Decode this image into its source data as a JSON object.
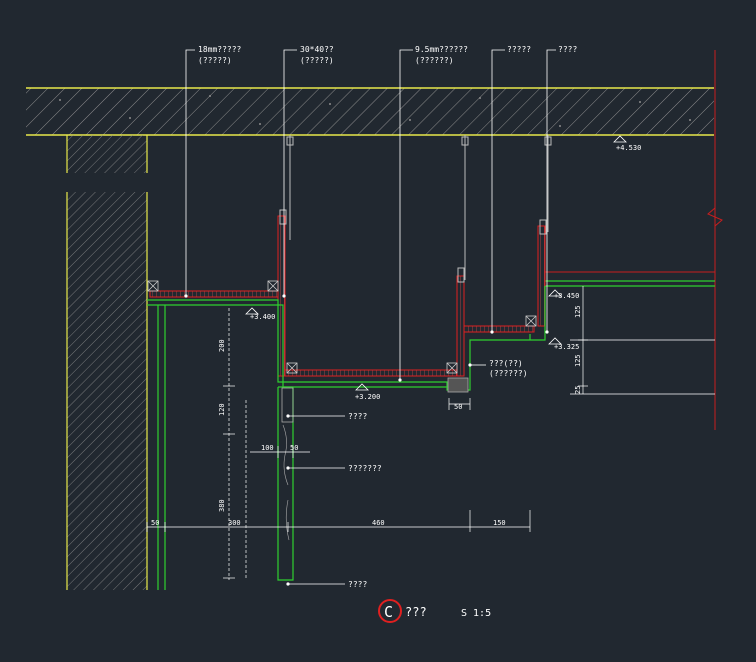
{
  "drawing": {
    "background": "#212830",
    "colors": {
      "structure": "#e8e84a",
      "hatch": "#9a9a9a",
      "board_red": "#e02020",
      "board_green": "#2fd02f",
      "dim": "#ffffff",
      "grid_red": "#c81e1e"
    },
    "callouts_top": [
      {
        "line1": "18mm?????",
        "line2": "(?????)"
      },
      {
        "line1": "30*40??",
        "line2": "(?????)"
      },
      {
        "line1": "9.5mm??????",
        "line2": "(??????)"
      },
      {
        "line1": "?????",
        "line2": ""
      },
      {
        "line1": "????",
        "line2": ""
      }
    ],
    "callouts_side": [
      {
        "line1": "???(??)",
        "line2": "(??????)"
      },
      {
        "line1": "????",
        "line2": ""
      },
      {
        "line1": "???????",
        "line2": ""
      },
      {
        "line1": "????",
        "line2": ""
      }
    ],
    "elevations": [
      "+4.530",
      "+3.400",
      "+3.200",
      "+3.450",
      "+3.325"
    ],
    "dims_vertical": [
      "200",
      "120",
      "380",
      "125",
      "125",
      "25"
    ],
    "dims_horizontal": [
      "50",
      "300",
      "460",
      "150",
      "100",
      "50",
      "50"
    ],
    "title": {
      "letter": "C",
      "text": "???",
      "scale": "S 1:5",
      "marker_color": "#e02020"
    }
  }
}
